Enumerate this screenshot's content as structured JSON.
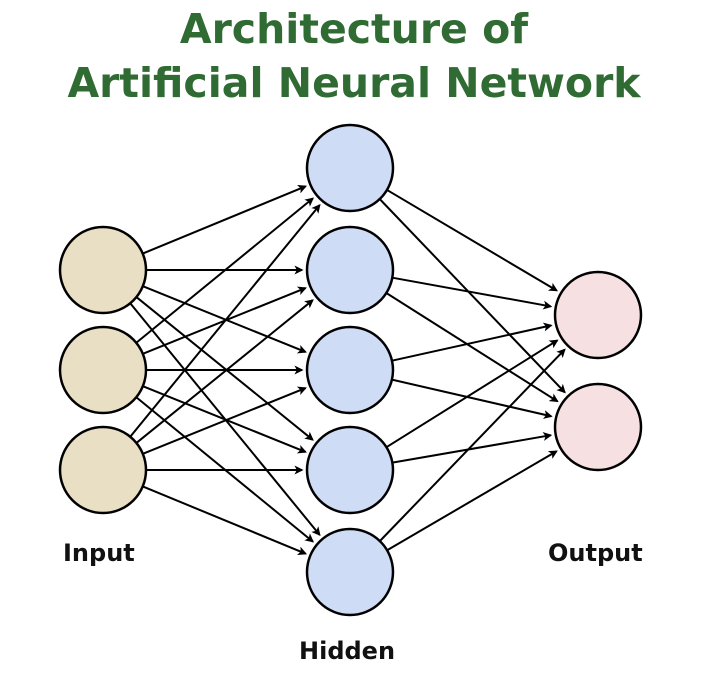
{
  "title": {
    "line1": "Architecture of",
    "line2": "Artificial Neural Network"
  },
  "layers": {
    "input": {
      "label": "Input",
      "count": 3
    },
    "hidden": {
      "label": "Hidden",
      "count": 5
    },
    "output": {
      "label": "Output",
      "count": 2
    }
  },
  "colors": {
    "title": "#2f6b32",
    "input_fill": "#e8dfc4",
    "hidden_fill": "#cfdcf5",
    "output_fill": "#f7e0e2",
    "stroke": "#000000"
  },
  "connections": "fully-connected"
}
